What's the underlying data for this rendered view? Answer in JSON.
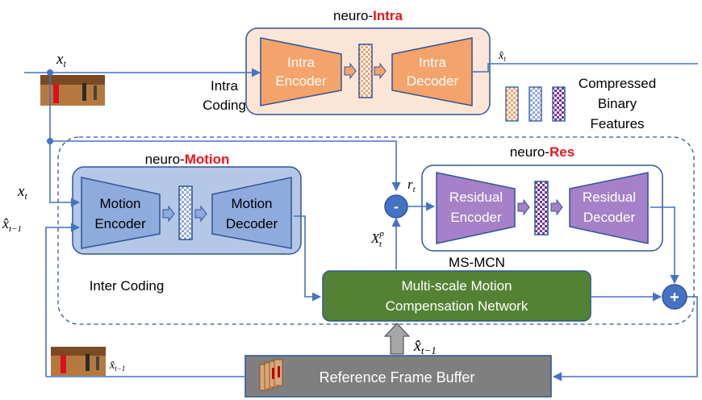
{
  "neuro_intra": {
    "prefix": "neuro-",
    "accent": "Intra"
  },
  "neuro_motion": {
    "prefix": "neuro-",
    "accent": "Motion"
  },
  "neuro_res": {
    "prefix": "neuro-",
    "accent": "Res"
  },
  "intra_encoder": {
    "line1": "Intra",
    "line2": "Encoder"
  },
  "intra_decoder": {
    "line1": "Intra",
    "line2": "Decoder"
  },
  "intra_coding": {
    "line1": "Intra",
    "line2": "Coding"
  },
  "motion_encoder": {
    "line1": "Motion",
    "line2": "Encoder"
  },
  "motion_decoder": {
    "line1": "Motion",
    "line2": "Decoder"
  },
  "residual_encoder": {
    "line1": "Residual",
    "line2": "Encoder"
  },
  "residual_decoder": {
    "line1": "Residual",
    "line2": "Decoder"
  },
  "compressed_features": {
    "line1": "Compressed",
    "line2": "Binary",
    "line3": "Features"
  },
  "inter_coding": "Inter Coding",
  "ms_mcn_label": "MS-MCN",
  "mcn": {
    "line1": "Multi-scale  Motion",
    "line2": "Compensation Network"
  },
  "reference_buffer": "Reference Frame Buffer",
  "symbols": {
    "x_t_top": "x",
    "x_t_top_sub": "t",
    "x_t_left": "x",
    "x_t_left_sub": "t",
    "xhat_prev_left": "x̂",
    "xhat_prev_left_sub": "t−1",
    "xhat_t_out": "x̂",
    "xhat_t_out_sub": "t",
    "r_t": "r",
    "r_t_sub": "t",
    "xp_t": "X",
    "xp_t_sup": "p",
    "xp_t_sub": "t",
    "xhat_prev_buf": "x̂",
    "xhat_prev_buf_sub": "t−1",
    "xhat_prev_bottom": "x̂",
    "xhat_prev_bottom_sub": "t−1",
    "minus": "-",
    "plus": "+"
  },
  "colors": {
    "accent_red": "#e8141c",
    "intra_panel": "#fbe5d6",
    "intra_block": "#f4a36a",
    "motion_panel": "#b4c7e7",
    "motion_block": "#8faadc",
    "res_block": "#a680c8",
    "mcn_green": "#548235",
    "buffer_gray": "#7f7f7f",
    "line_blue": "#4472c4"
  }
}
